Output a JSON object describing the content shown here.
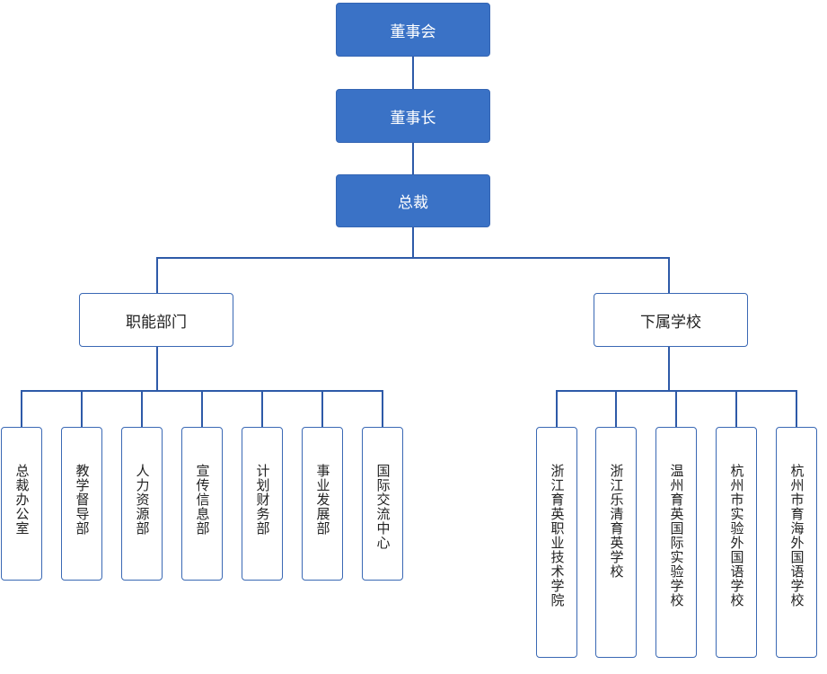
{
  "chart": {
    "board": "董事会",
    "chairman": "董事长",
    "president": "总裁",
    "branches": {
      "functional": {
        "label": "职能部门",
        "departments": [
          "总裁办公室",
          "教学督导部",
          "人力资源部",
          "宣传信息部",
          "计划财务部",
          "事业发展部",
          "国际交流中心"
        ]
      },
      "schools": {
        "label": "下属学校",
        "schools": [
          "浙江育英职业技术学院",
          "浙江乐清育英学校",
          "温州育英国际实验学校",
          "杭州市实验外国语学校",
          "杭州市育海外国语学校"
        ]
      }
    }
  },
  "colors": {
    "exec_fill": "#3a72c6",
    "border": "#3a68b4",
    "connector": "#2e5aa8",
    "text_dark": "#222222",
    "text_light": "#ffffff"
  }
}
